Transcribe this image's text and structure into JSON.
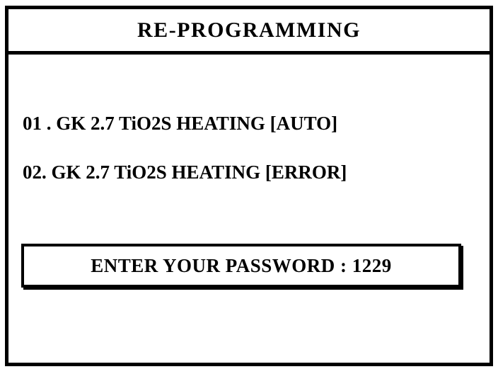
{
  "device_screen": {
    "title": "RE-PROGRAMMING",
    "menu": {
      "items": [
        {
          "index": "01 .",
          "label": "GK 2.7 TiO2S HEATING",
          "status": "[AUTO]",
          "full_text": "01 .  GK 2.7 TiO2S HEATING [AUTO]"
        },
        {
          "index": "02.",
          "label": "GK 2.7 TiO2S HEATING",
          "status": "[ERROR]",
          "full_text": "02.  GK 2.7 TiO2S HEATING [ERROR]"
        }
      ]
    },
    "password_field": {
      "prompt": "ENTER YOUR PASSWORD :",
      "value": "1229",
      "full_text": "ENTER YOUR PASSWORD : 1229"
    },
    "colors": {
      "foreground": "#000000",
      "background": "#ffffff",
      "border": "#000000"
    }
  }
}
